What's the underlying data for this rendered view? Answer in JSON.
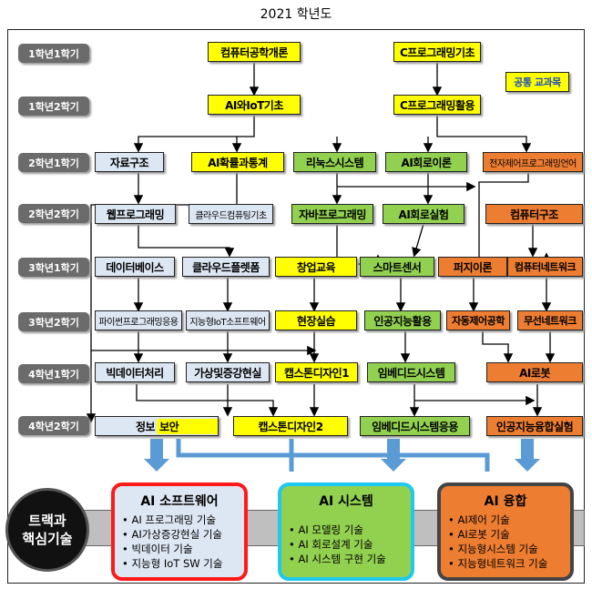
{
  "title": "2021 학년도",
  "semesters": [
    "1학년1학기",
    "1학년2학기",
    "2학년1학기",
    "2학년2학기",
    "3학년1학기",
    "3학년2학기",
    "4학년1학기",
    "4학년2학기"
  ],
  "legend": "공통 교과목",
  "courses": {
    "r1": [
      "컴퓨터공학개론",
      "C프로그래밍기초"
    ],
    "r2": [
      "AI와IoT기초",
      "C프로그래밍활용"
    ],
    "r3": [
      "자료구조",
      "AI확률과통계",
      "리눅스시스템",
      "AI회로이론",
      "전자제어프로그래밍언어"
    ],
    "r4": [
      "웹프로그래밍",
      "클라우드컴퓨팅기초",
      "자바프로그래밍",
      "AI회로실험",
      "컴퓨터구조"
    ],
    "r5": [
      "데이터베이스",
      "클라우드플렛폼",
      "창업교육",
      "스마트센서",
      "퍼지이론",
      "컴퓨터네트워크"
    ],
    "r6": [
      "파이썬프로그래밍응용",
      "지능형IoT소프트웨어",
      "현장실습",
      "인공지능활용",
      "자동제어공학",
      "무선네트워크"
    ],
    "r7": [
      "빅데이터처리",
      "가상및증강현실",
      "캡스톤디자인1",
      "임베디드시스템",
      "AI로봇"
    ],
    "r8": [
      "정보",
      "보안",
      "캡스톤디자인2",
      "임베디드시스템응용",
      "인공지능융합실험"
    ]
  },
  "core_label": [
    "트랙과",
    "핵심기술"
  ],
  "tracks": [
    {
      "title": "AI 소프트웨어",
      "items": [
        "AI 프로그래밍 기술",
        "AI가상증강현실 기술",
        "빅데이터 기술",
        "지능형 IoT SW 기술"
      ]
    },
    {
      "title": "AI 시스템",
      "items": [
        "AI 모델링 기술",
        "AI 회로설계 기술",
        "AI 시스템 구현 기술"
      ]
    },
    {
      "title": "AI 융합",
      "items": [
        "AI제어 기술",
        "AI로봇 기술",
        "지능형시스템 기술",
        "지능형네트워크 기술"
      ]
    }
  ]
}
